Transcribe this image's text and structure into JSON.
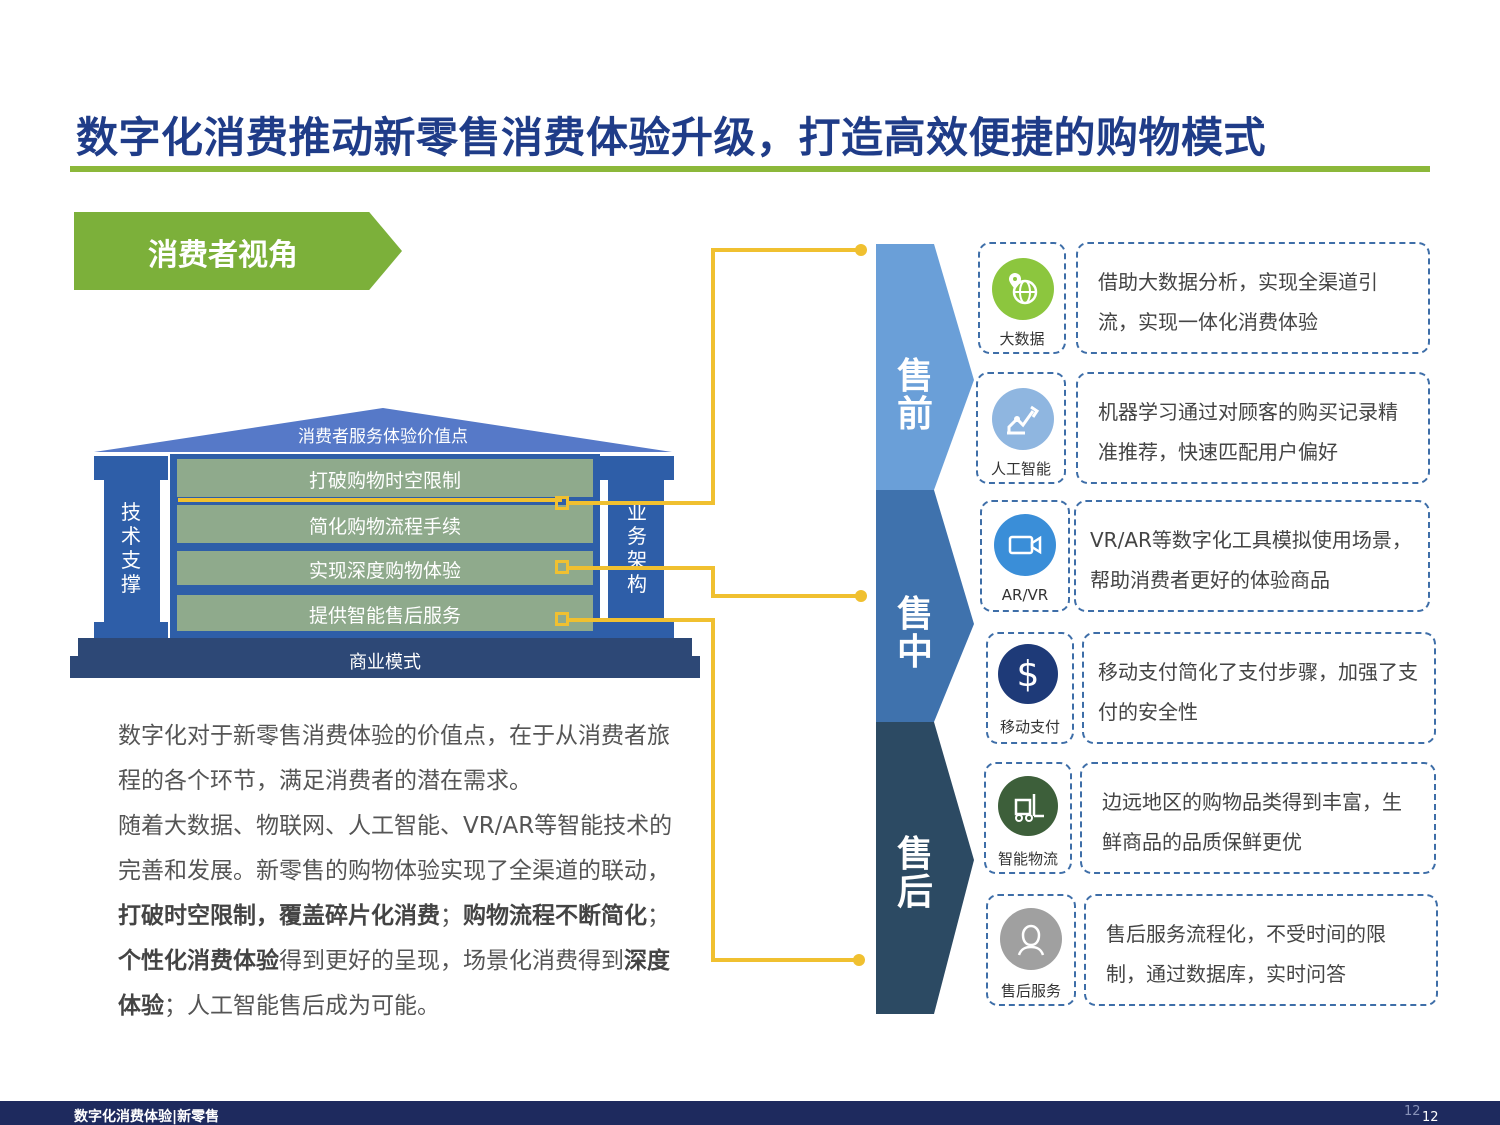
{
  "title": "数字化消费推动新零售消费体验升级，打造高效便捷的购物模式",
  "section_label": "消费者视角",
  "temple": {
    "roof": "消费者服务体验价值点",
    "left_pillar": [
      "技",
      "术",
      "支",
      "撑"
    ],
    "right_pillar": [
      "业",
      "务",
      "架",
      "构"
    ],
    "rows": [
      "打破购物时空限制",
      "简化购物流程手续",
      "实现深度购物体验",
      "提供智能售后服务"
    ],
    "base": "商业模式"
  },
  "paragraph": {
    "p1": "数字化对于新零售消费体验的价值点，在于从消费者旅程的各个环节，满足消费者的潜在需求。",
    "p2a": "随着大数据、物联网、人工智能、VR/AR等智能技术的完善和发展。新零售的购物体验实现了全渠道的联动，",
    "p2b": "打破时空限制，覆盖碎片化消费",
    "p2c": "；",
    "p2d": "购物流程不断简化",
    "p2e": "；",
    "p2f": "个性化消费体验",
    "p2g": "得到更好的呈现，场景化消费得到",
    "p2h": "深度体验",
    "p2i": "；人工智能售后成为可能。"
  },
  "stages": [
    {
      "label": "售前",
      "color": "#6a9fd8"
    },
    {
      "label": "售中",
      "color": "#3f72ad"
    },
    {
      "label": "售后",
      "color": "#2c4a63"
    }
  ],
  "features": [
    {
      "icon": "globe-pin-icon",
      "label": "大数据",
      "color": "#8cc63e",
      "desc": "借助大数据分析，实现全渠道引流，实现一体化消费体验"
    },
    {
      "icon": "robot-arm-icon",
      "label": "人工智能",
      "color": "#8fb6e0",
      "desc": "机器学习通过对顾客的购买记录精准推荐，快速匹配用户偏好"
    },
    {
      "icon": "video-camera-icon",
      "label": "AR/VR",
      "color": "#3a8ed8",
      "desc": "VR/AR等数字化工具模拟使用场景，帮助消费者更好的体验商品"
    },
    {
      "icon": "dollar-icon",
      "label": "移动支付",
      "color": "#1e3a78",
      "desc": "移动支付简化了支付步骤，加强了支付的安全性"
    },
    {
      "icon": "forklift-icon",
      "label": "智能物流",
      "color": "#3d5f3a",
      "desc": "边远地区的购物品类得到丰富，生鲜商品的品质保鲜更优"
    },
    {
      "icon": "service-person-icon",
      "label": "售后服务",
      "color": "#a0a0a0",
      "desc": "售后服务流程化，不受时间的限制，通过数据库，实时问答"
    }
  ],
  "footer": {
    "text": "数字化消费体验|新零售",
    "page": "12",
    "page_ghost": "12"
  }
}
